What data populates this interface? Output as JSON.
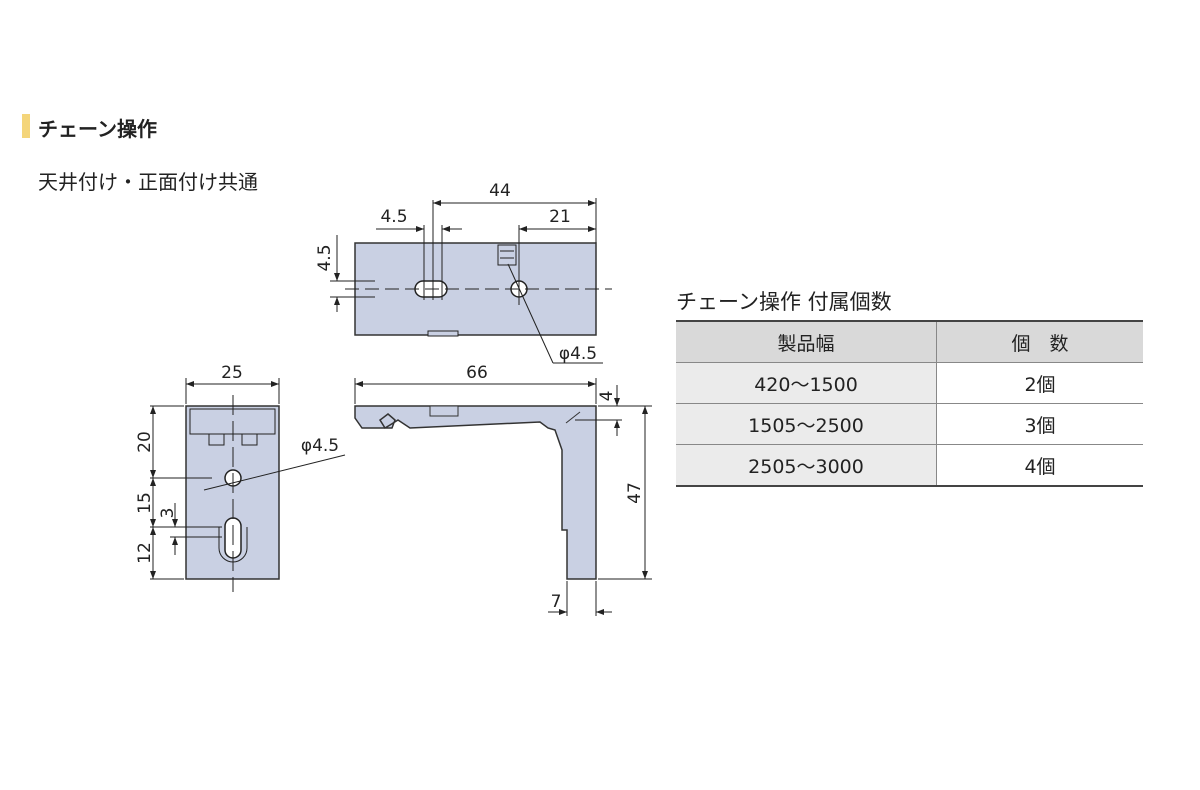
{
  "section": {
    "title": "チェーン操作",
    "subtitle": "天井付け・正面付け共通",
    "accent_color": "#f4d57a"
  },
  "drawing": {
    "part_color": "#c9d0e3",
    "top_view": {
      "dim_overall": "44",
      "dim_hole": "21",
      "dim_slot_width": "4.5",
      "dim_slot_height": "4.5",
      "hole_dia": "φ4.5"
    },
    "front_view": {
      "dim_width": "25",
      "dim_a": "20",
      "dim_b": "15",
      "dim_c": "12",
      "dim_slot": "3",
      "hole_dia": "φ4.5"
    },
    "side_view": {
      "dim_length": "66",
      "dim_height": "47",
      "dim_top": "4",
      "dim_leg": "7"
    }
  },
  "table": {
    "title": "チェーン操作 付属個数",
    "headers": [
      "製品幅",
      "個　数"
    ],
    "rows": [
      [
        "420～1500",
        "2個"
      ],
      [
        "1505～2500",
        "3個"
      ],
      [
        "2505～3000",
        "4個"
      ]
    ]
  }
}
